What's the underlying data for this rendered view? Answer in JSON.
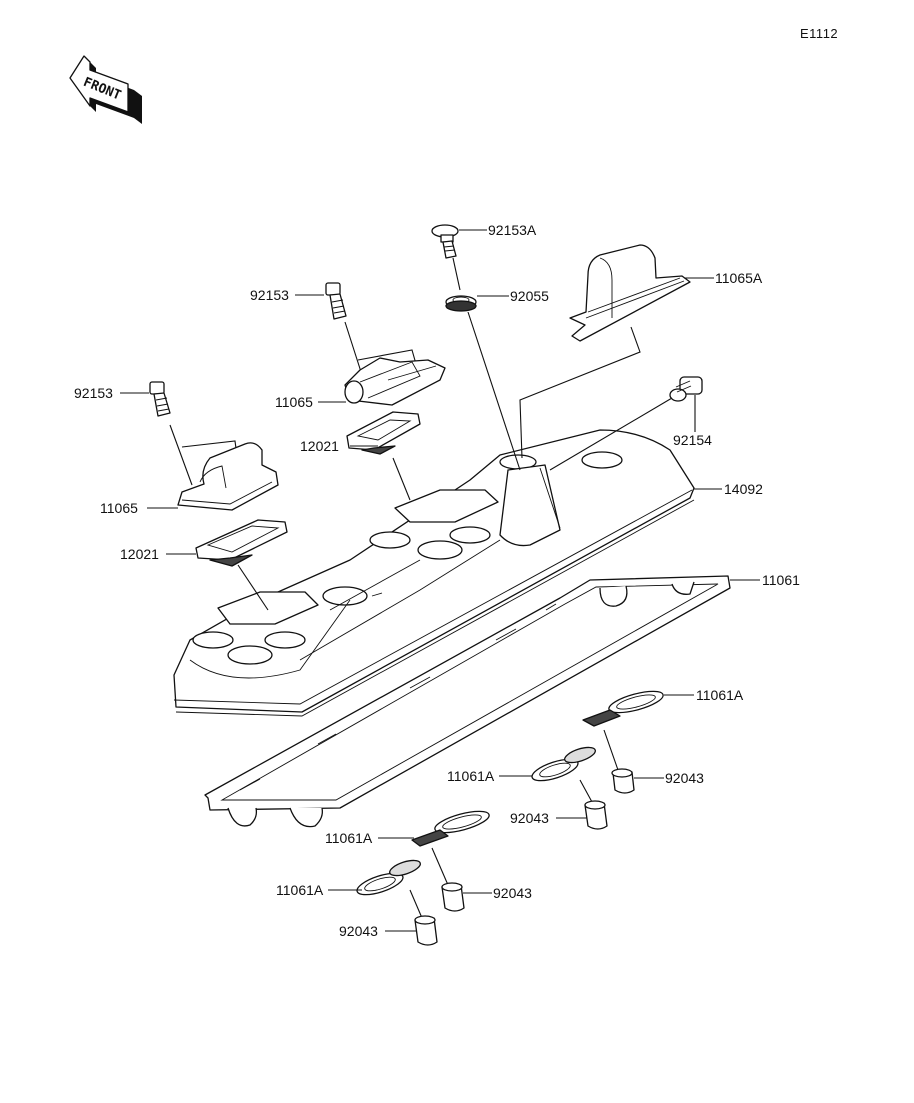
{
  "diagram": {
    "code": "E1112",
    "orientation_badge": {
      "text": "FRONT",
      "icon": "front-arrow-icon"
    },
    "callouts": [
      {
        "id": "c-92153A",
        "part_number": "92153A"
      },
      {
        "id": "c-92055",
        "part_number": "92055"
      },
      {
        "id": "c-11065A",
        "part_number": "11065A"
      },
      {
        "id": "c-92153-upper",
        "part_number": "92153"
      },
      {
        "id": "c-11065-upper",
        "part_number": "11065"
      },
      {
        "id": "c-92153-lower",
        "part_number": "92153"
      },
      {
        "id": "c-92154",
        "part_number": "92154"
      },
      {
        "id": "c-12021-upper",
        "part_number": "12021"
      },
      {
        "id": "c-14092",
        "part_number": "14092"
      },
      {
        "id": "c-11065-lower",
        "part_number": "11065"
      },
      {
        "id": "c-12021-lower",
        "part_number": "12021"
      },
      {
        "id": "c-11061",
        "part_number": "11061"
      },
      {
        "id": "c-11061A-1",
        "part_number": "11061A"
      },
      {
        "id": "c-11061A-2",
        "part_number": "11061A"
      },
      {
        "id": "c-92043-1",
        "part_number": "92043"
      },
      {
        "id": "c-92043-2",
        "part_number": "92043"
      },
      {
        "id": "c-11061A-3",
        "part_number": "11061A"
      },
      {
        "id": "c-11061A-4",
        "part_number": "11061A"
      },
      {
        "id": "c-92043-3",
        "part_number": "92043"
      },
      {
        "id": "c-92043-4",
        "part_number": "92043"
      }
    ]
  }
}
